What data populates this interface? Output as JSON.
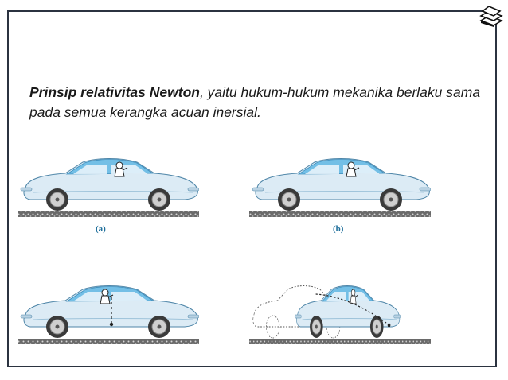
{
  "slide": {
    "statement_bold": "Prinsip relativitas Newton",
    "statement_rest": ", yaitu hukum-hukum mekanika berlaku sama pada semua kerangka acuan inersial."
  },
  "figure": {
    "caption_a": "(a)",
    "caption_b": "(b)"
  },
  "colors": {
    "car_body": "#dcebf5",
    "car_roof": "#73bfe6",
    "road": "#555555",
    "frame": "#2b3340"
  },
  "icons": [
    "books-stack-icon"
  ]
}
